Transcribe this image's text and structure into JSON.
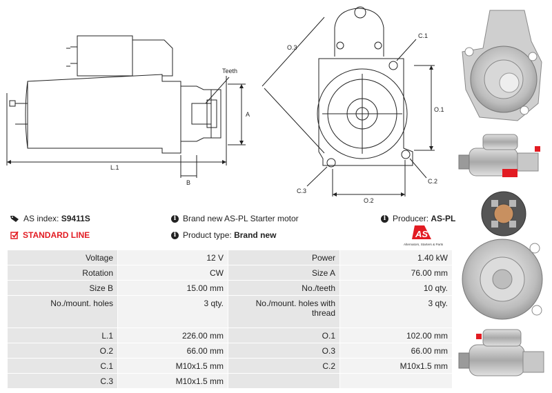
{
  "drawing": {
    "labels": {
      "teeth": "Teeth",
      "a": "A",
      "b": "B",
      "l1": "L.1",
      "o3": "O.3",
      "c1": "C.1",
      "o1": "O.1",
      "c3": "C.3",
      "c2": "C.2",
      "o2": "O.2"
    }
  },
  "info": {
    "as_index_label": "AS index:",
    "as_index_value": "S9411S",
    "standard_line": "STANDARD LINE",
    "brand_new_text": "Brand new AS-PL Starter motor",
    "product_type_label": "Product type:",
    "product_type_value": "Brand new",
    "producer_label": "Producer:",
    "producer_value": "AS-PL"
  },
  "logo": {
    "mark": "AS",
    "tagline": "Alternators, Starters & Parts"
  },
  "specs": [
    {
      "l1": "Voltage",
      "v1": "12 V",
      "l2": "Power",
      "v2": "1.40 kW"
    },
    {
      "l1": "Rotation",
      "v1": "CW",
      "l2": "Size A",
      "v2": "76.00 mm"
    },
    {
      "l1": "Size B",
      "v1": "15.00 mm",
      "l2": "No./teeth",
      "v2": "10 qty."
    },
    {
      "l1": "No./mount. holes",
      "v1": "3 qty.",
      "l2": "No./mount. holes with thread",
      "v2": "3 qty."
    },
    {
      "l1": "L.1",
      "v1": "226.00 mm",
      "l2": "O.1",
      "v2": "102.00 mm"
    },
    {
      "l1": "O.2",
      "v1": "66.00 mm",
      "l2": "O.3",
      "v2": "66.00 mm"
    },
    {
      "l1": "C.1",
      "v1": "M10x1.5 mm",
      "l2": "C.2",
      "v2": "M10x1.5 mm"
    },
    {
      "l1": "C.3",
      "v1": "M10x1.5 mm",
      "l2": "",
      "v2": ""
    }
  ],
  "colors": {
    "accent_red": "#e21b22",
    "label_cell": "#e6e6e6",
    "value_cell": "#f3f3f3"
  }
}
